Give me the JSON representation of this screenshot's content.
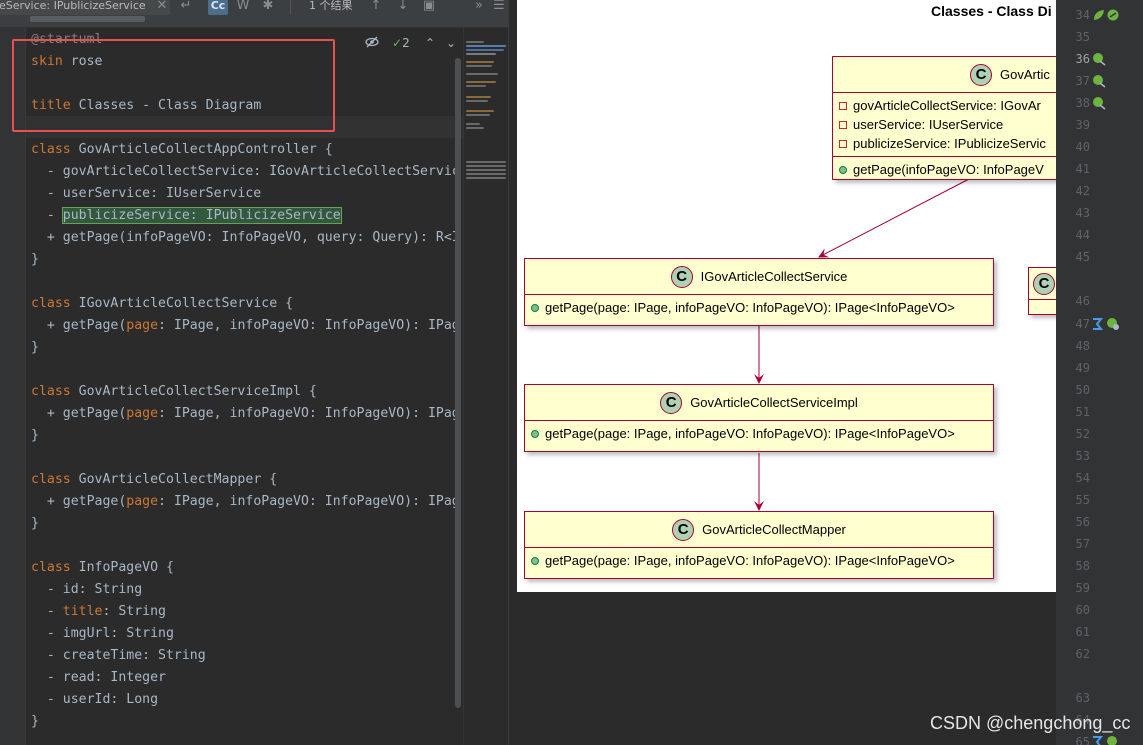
{
  "search_bar": {
    "query": "eService: IPublicizeService",
    "match_case_label": "Cc",
    "words_label": "W",
    "results_label": "1 个结果"
  },
  "editor": {
    "tools": {
      "inspection_count": "2"
    },
    "lines": [
      {
        "tokens": [
          {
            "t": "@startuml",
            "c": "gray"
          }
        ]
      },
      {
        "tokens": [
          {
            "t": "skin",
            "c": "kw"
          },
          {
            "t": " rose",
            "c": "plain"
          }
        ]
      },
      {
        "tokens": []
      },
      {
        "tokens": [
          {
            "t": "title",
            "c": "kw"
          },
          {
            "t": " Classes - Class Diagram",
            "c": "plain"
          }
        ]
      },
      {
        "tokens": []
      },
      {
        "tokens": [
          {
            "t": "class",
            "c": "kw"
          },
          {
            "t": " GovArticleCollectAppController {",
            "c": "plain"
          }
        ]
      },
      {
        "tokens": [
          {
            "t": "  - govArticleCollectService: IGovArticleCollectServic",
            "c": "plain"
          }
        ]
      },
      {
        "tokens": [
          {
            "t": "  - userService: IUserService",
            "c": "plain"
          }
        ]
      },
      {
        "tokens": [
          {
            "t": "  - ",
            "c": "plain"
          },
          {
            "t": "publicizeService: IPublicizeService",
            "c": "hl"
          }
        ]
      },
      {
        "tokens": [
          {
            "t": "  + getPage(infoPageVO: InfoPageVO, query: Query): R<I",
            "c": "plain"
          }
        ]
      },
      {
        "tokens": [
          {
            "t": "}",
            "c": "plain"
          }
        ]
      },
      {
        "tokens": []
      },
      {
        "tokens": [
          {
            "t": "class",
            "c": "kw"
          },
          {
            "t": " IGovArticleCollectService {",
            "c": "plain"
          }
        ]
      },
      {
        "tokens": [
          {
            "t": "  + getPage(",
            "c": "plain"
          },
          {
            "t": "page",
            "c": "param"
          },
          {
            "t": ": IPage, infoPageVO: InfoPageVO): IPag",
            "c": "plain"
          }
        ]
      },
      {
        "tokens": [
          {
            "t": "}",
            "c": "plain"
          }
        ]
      },
      {
        "tokens": []
      },
      {
        "tokens": [
          {
            "t": "class",
            "c": "kw"
          },
          {
            "t": " GovArticleCollectServiceImpl {",
            "c": "plain"
          }
        ]
      },
      {
        "tokens": [
          {
            "t": "  + getPage(",
            "c": "plain"
          },
          {
            "t": "page",
            "c": "param"
          },
          {
            "t": ": IPage, infoPageVO: InfoPageVO): IPag",
            "c": "plain"
          }
        ]
      },
      {
        "tokens": [
          {
            "t": "}",
            "c": "plain"
          }
        ]
      },
      {
        "tokens": []
      },
      {
        "tokens": [
          {
            "t": "class",
            "c": "kw"
          },
          {
            "t": " GovArticleCollectMapper {",
            "c": "plain"
          }
        ]
      },
      {
        "tokens": [
          {
            "t": "  + getPage(",
            "c": "plain"
          },
          {
            "t": "page",
            "c": "param"
          },
          {
            "t": ": IPage, infoPageVO: InfoPageVO): IPag",
            "c": "plain"
          }
        ]
      },
      {
        "tokens": [
          {
            "t": "}",
            "c": "plain"
          }
        ]
      },
      {
        "tokens": []
      },
      {
        "tokens": [
          {
            "t": "class",
            "c": "kw"
          },
          {
            "t": " InfoPageVO {",
            "c": "plain"
          }
        ]
      },
      {
        "tokens": [
          {
            "t": "  - id: String",
            "c": "plain"
          }
        ]
      },
      {
        "tokens": [
          {
            "t": "  - ",
            "c": "plain"
          },
          {
            "t": "title",
            "c": "kw"
          },
          {
            "t": ": String",
            "c": "plain"
          }
        ]
      },
      {
        "tokens": [
          {
            "t": "  - imgUrl: String",
            "c": "plain"
          }
        ]
      },
      {
        "tokens": [
          {
            "t": "  - createTime: String",
            "c": "plain"
          }
        ]
      },
      {
        "tokens": [
          {
            "t": "  - read: Integer",
            "c": "plain"
          }
        ]
      },
      {
        "tokens": [
          {
            "t": "  - userId: Long",
            "c": "plain"
          }
        ]
      },
      {
        "tokens": [
          {
            "t": "}",
            "c": "plain"
          }
        ]
      }
    ]
  },
  "diagram": {
    "title": "Classes - Class Di",
    "badge_letter": "C",
    "classes": [
      {
        "id": "controller",
        "name": "GovArtic",
        "fields": [
          "govArticleCollectService: IGovAr",
          "userService: IUserService",
          "publicizeService: IPublicizeServic"
        ],
        "methods": [
          "getPage(infoPageVO: InfoPageV"
        ]
      },
      {
        "id": "service",
        "name": "IGovArticleCollectService",
        "fields": [],
        "methods": [
          "getPage(page: IPage, infoPageVO: InfoPageVO): IPage<InfoPageVO>"
        ]
      },
      {
        "id": "impl",
        "name": "GovArticleCollectServiceImpl",
        "fields": [],
        "methods": [
          "getPage(page: IPage, infoPageVO: InfoPageVO): IPage<InfoPageVO>"
        ]
      },
      {
        "id": "mapper",
        "name": "GovArticleCollectMapper",
        "fields": [],
        "methods": [
          "getPage(page: IPage, infoPageVO: InfoPageVO): IPage<InfoPageVO>"
        ]
      },
      {
        "id": "partial",
        "name": "",
        "fields": [],
        "methods": []
      }
    ]
  },
  "right_gutter": {
    "lines": [
      "34",
      "35",
      "36",
      "37",
      "38",
      "39",
      "40",
      "41",
      "42",
      "43",
      "44",
      "45",
      "46",
      "47",
      "48",
      "49",
      "50",
      "51",
      "52",
      "53",
      "54",
      "55",
      "56",
      "57",
      "58",
      "59",
      "60",
      "61",
      "62",
      "63",
      "64",
      "65"
    ],
    "current_line": "36"
  },
  "watermark": "CSDN @chengchong_cc",
  "colors": {
    "uml_border": "#a80036",
    "uml_fill": "#fefece",
    "badge": "#add1b2",
    "highlight_box": "#e8514d",
    "keyword": "#cc7832"
  }
}
